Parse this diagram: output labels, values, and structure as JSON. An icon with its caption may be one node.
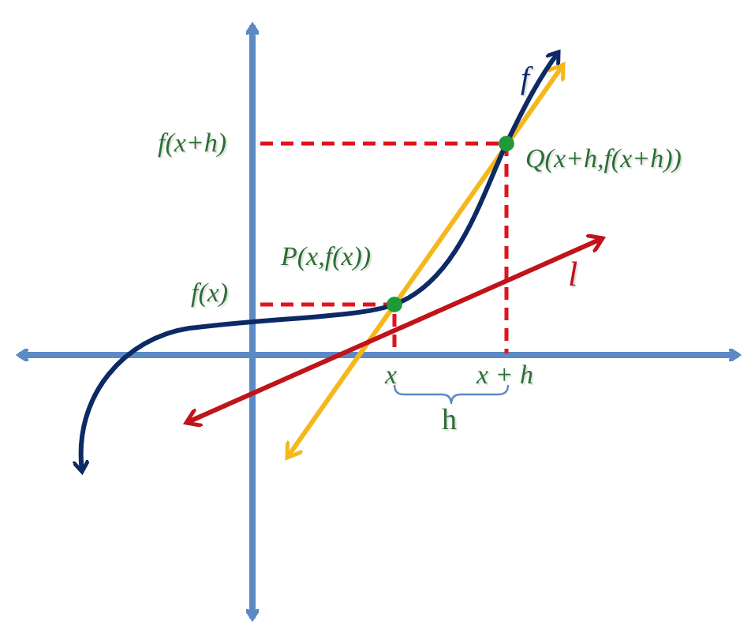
{
  "diagram": {
    "labels": [
      "f",
      "f(x+h)",
      "Q(x+h,f(x+h))",
      "P(x,f(x))",
      "f(x)",
      "l",
      "x",
      "x + h",
      "h"
    ]
  }
}
